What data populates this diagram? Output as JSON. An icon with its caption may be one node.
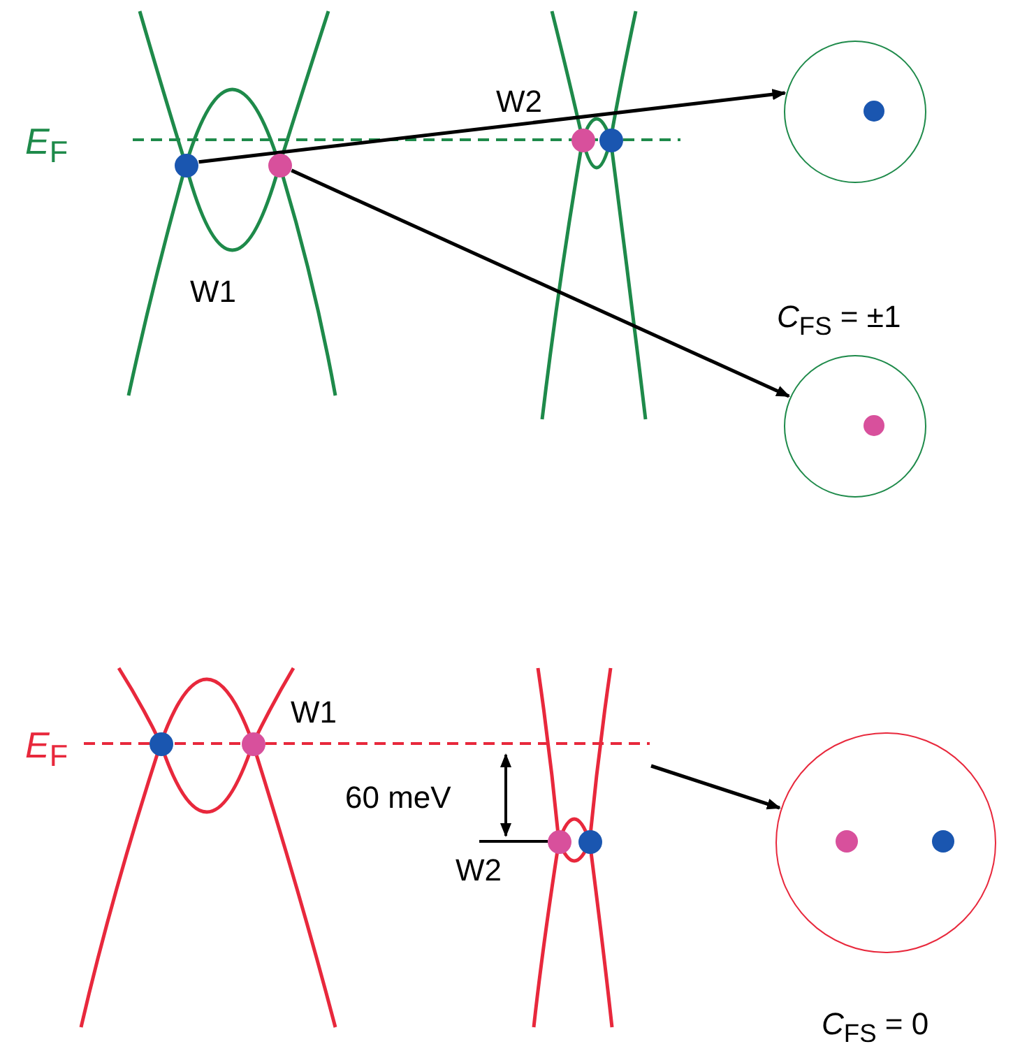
{
  "diagram": {
    "nodes": [
      {
        "text": [],
        "shape": "circle"
      },
      {
        "text": [],
        "shape": "circle"
      },
      {
        "text": [],
        "shape": "circle"
      },
      {
        "text": [],
        "shape": "circle"
      },
      {
        "text": [],
        "shape": "circle"
      },
      {
        "text": [],
        "shape": "circle",
        "in": 4
      },
      {
        "text": [],
        "shape": "circle"
      },
      {
        "text": [],
        "shape": "circle",
        "in": 6
      },
      {
        "text": [],
        "shape": "circle"
      },
      {
        "text": [],
        "shape": "circle"
      },
      {
        "text": [],
        "shape": "circle"
      },
      {
        "text": [],
        "shape": "circle"
      },
      {
        "text": [],
        "shape": "circle"
      },
      {
        "text": [],
        "shape": "circle",
        "in": 12
      },
      {
        "text": [],
        "shape": "circle",
        "in": 12
      }
    ],
    "edges": [
      {
        "from": 0,
        "to": 4,
        "arrow": "to"
      },
      {
        "from": 1,
        "to": 6,
        "arrow": "to"
      },
      {
        "from": null,
        "to": 12,
        "arrow": "to"
      }
    ],
    "labels": [
      "*E*$_{F}$",
      "W2",
      "W1",
      "*C*$_{FS}$ = ±1",
      "*E*$_{F}$",
      "W1",
      "60 meV",
      "W2",
      "*C*$_{FS}$ = 0"
    ]
  }
}
